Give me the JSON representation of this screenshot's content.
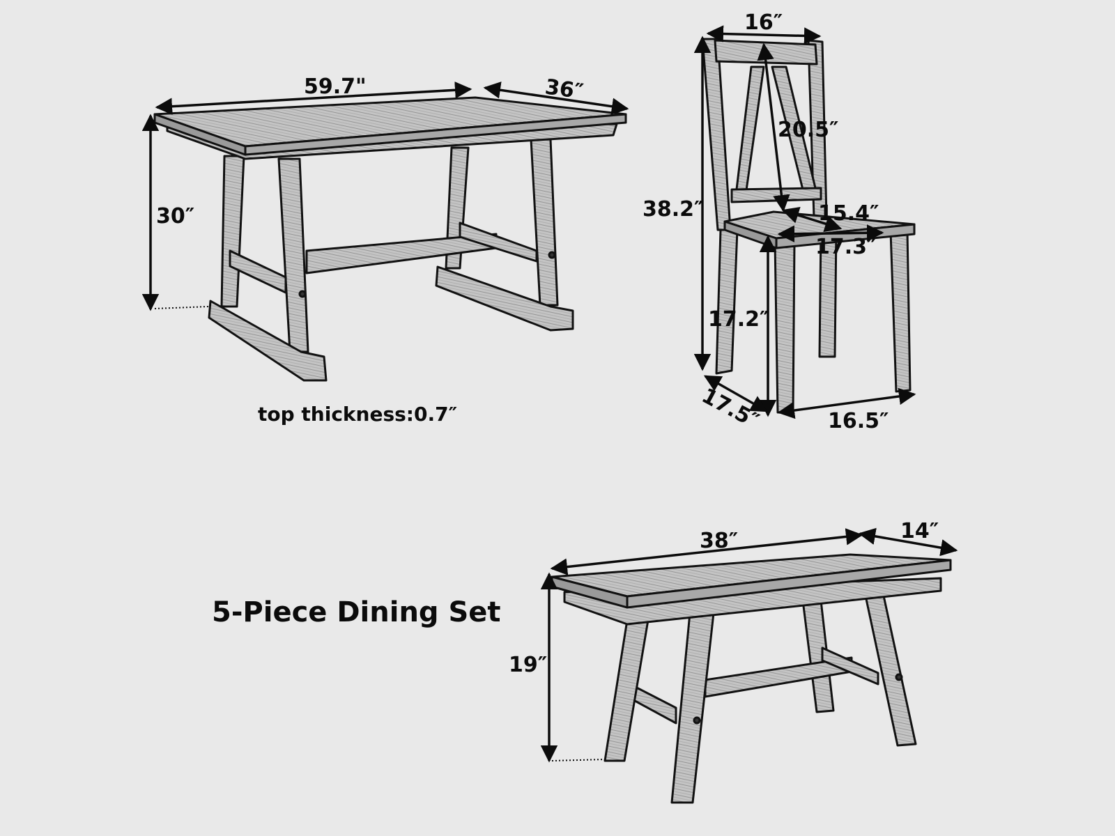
{
  "title": "5-Piece Dining Set",
  "table": {
    "length": "59.7\"",
    "width": "36″",
    "height": "30″",
    "note": "top thickness:0.7″"
  },
  "chair": {
    "back_width": "16″",
    "back_height": "20.5″",
    "total_height": "38.2″",
    "seat_depth": "15.4″",
    "seat_width": "17.3″",
    "seat_height": "17.2″",
    "base_depth": "17.5″",
    "base_width": "16.5″"
  },
  "bench": {
    "length": "38″",
    "width": "14″",
    "height": "19″"
  },
  "colors": {
    "background": "#e9e9e9",
    "ink": "#0b0b0b",
    "wood": "#bdbdbd"
  }
}
